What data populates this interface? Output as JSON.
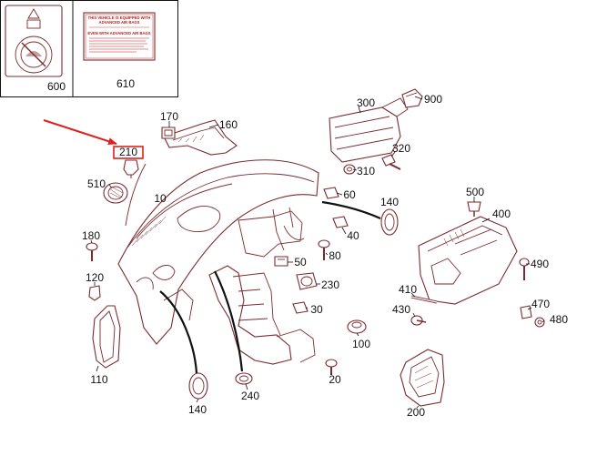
{
  "parts": [
    {
      "id": "p600",
      "label": "600"
    },
    {
      "id": "p610",
      "label": "610"
    },
    {
      "id": "p170",
      "label": "170"
    },
    {
      "id": "p160",
      "label": "160"
    },
    {
      "id": "p300",
      "label": "300"
    },
    {
      "id": "p900",
      "label": "900"
    },
    {
      "id": "p320",
      "label": "320"
    },
    {
      "id": "p310",
      "label": "310"
    },
    {
      "id": "p510",
      "label": "510"
    },
    {
      "id": "p10",
      "label": "10"
    },
    {
      "id": "p60",
      "label": "60"
    },
    {
      "id": "p140a",
      "label": "140"
    },
    {
      "id": "p500",
      "label": "500"
    },
    {
      "id": "p400",
      "label": "400"
    },
    {
      "id": "p40",
      "label": "40"
    },
    {
      "id": "p180",
      "label": "180"
    },
    {
      "id": "p80",
      "label": "80"
    },
    {
      "id": "p490",
      "label": "490"
    },
    {
      "id": "p50",
      "label": "50"
    },
    {
      "id": "p120",
      "label": "120"
    },
    {
      "id": "p230",
      "label": "230"
    },
    {
      "id": "p410",
      "label": "410"
    },
    {
      "id": "p470",
      "label": "470"
    },
    {
      "id": "p430",
      "label": "430"
    },
    {
      "id": "p480",
      "label": "480"
    },
    {
      "id": "p30",
      "label": "30"
    },
    {
      "id": "p100",
      "label": "100"
    },
    {
      "id": "p110",
      "label": "110"
    },
    {
      "id": "p20",
      "label": "20"
    },
    {
      "id": "p240",
      "label": "240"
    },
    {
      "id": "p140b",
      "label": "140"
    },
    {
      "id": "p200",
      "label": "200"
    }
  ],
  "highlighted_part": {
    "label": "210",
    "highlight_color": "#e02020"
  },
  "airbag_label_lines": [
    "THIS VEHICLE IS EQUIPPED WITH",
    "ADVANCED AIR BAGS",
    "EVEN WITH ADVANCED AIR BAGS"
  ],
  "colors": {
    "line": "#7a2b30",
    "label": "#111111",
    "accent": "#e02020"
  }
}
